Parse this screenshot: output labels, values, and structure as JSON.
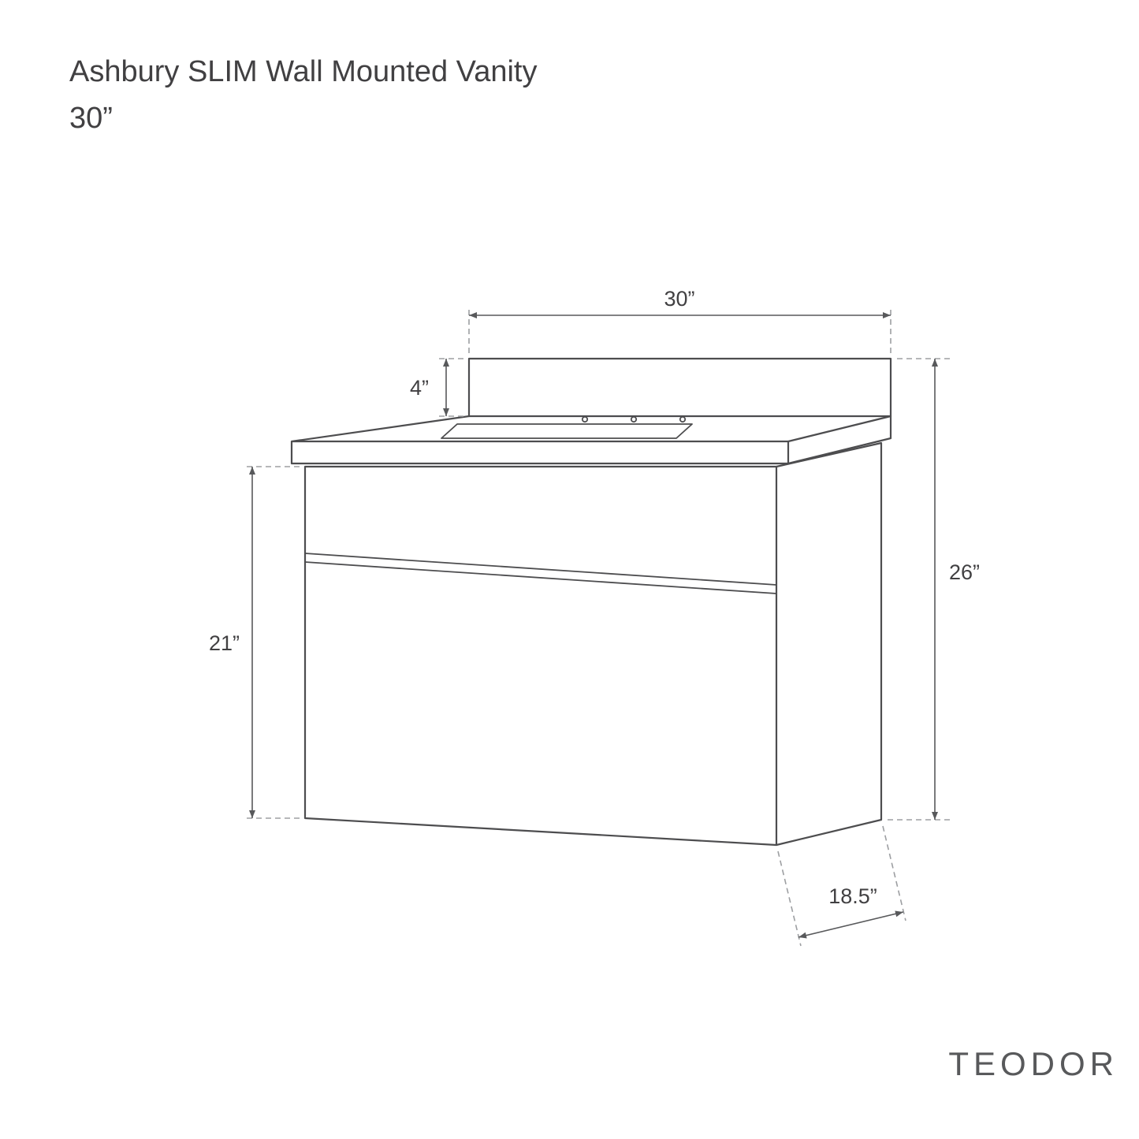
{
  "header": {
    "title": "Ashbury SLIM Wall Mounted Vanity",
    "size": "30”"
  },
  "brand": "TEODOR",
  "diagram": {
    "type": "technical-line-drawing",
    "subject": "wall-mounted bathroom vanity with backsplash, countertop, sink cutout, three faucet holes and two drawer fronts",
    "dimensions": {
      "width": {
        "label": "30”",
        "inches": 30
      },
      "backsplash_height": {
        "label": "4”",
        "inches": 4
      },
      "overall_height": {
        "label": "26”",
        "inches": 26
      },
      "cabinet_height": {
        "label": "21”",
        "inches": 21
      },
      "depth": {
        "label": "18.5”",
        "inches": 18.5
      }
    }
  },
  "colors": {
    "background": "#ffffff",
    "line": "#4d4d4f",
    "dashed_line": "#9d9fa2",
    "text": "#414042",
    "brand_text": "#58595b"
  }
}
